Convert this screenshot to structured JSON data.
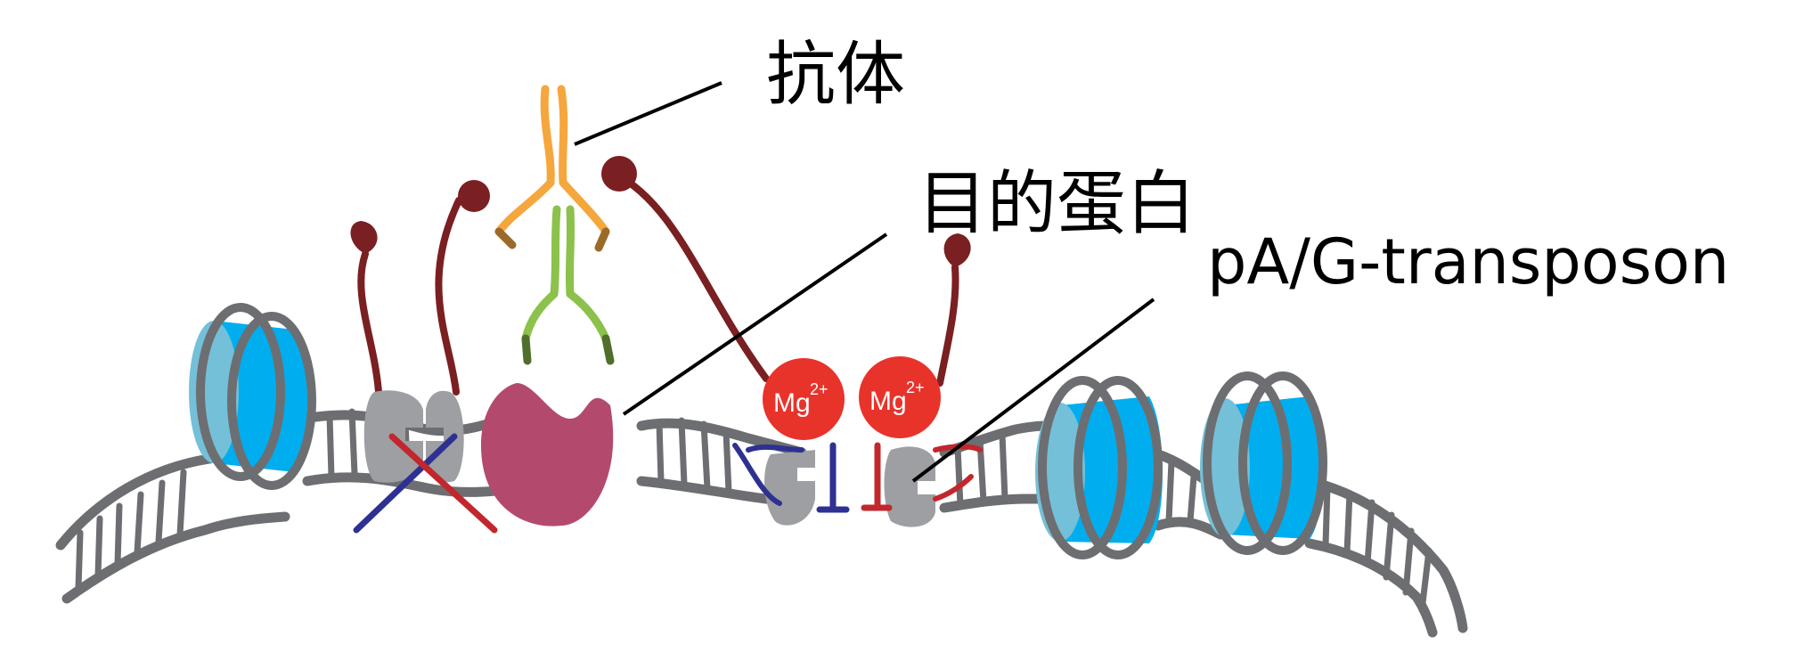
{
  "labels": {
    "antibody": "抗体",
    "target_protein": "目的蛋白",
    "transposon": "pA/G-transposon"
  },
  "magnesium": {
    "symbol": "Mg",
    "charge": "2+"
  },
  "colors": {
    "dna": "#6d6e71",
    "histone_light": "#74c0d8",
    "histone_dark": "#00adee",
    "tether": "#7a1f22",
    "target_protein": "#b34a6d",
    "antibody_primary": "#f5a63c",
    "antibody_primary_dark": "#9b6a2a",
    "antibody_secondary": "#8cc14b",
    "antibody_secondary_dark": "#4f6f2a",
    "transposase": "#9d9fa2",
    "adapter_blue": "#2e3192",
    "adapter_red": "#c1272d",
    "magnesium": "#e8332b"
  }
}
